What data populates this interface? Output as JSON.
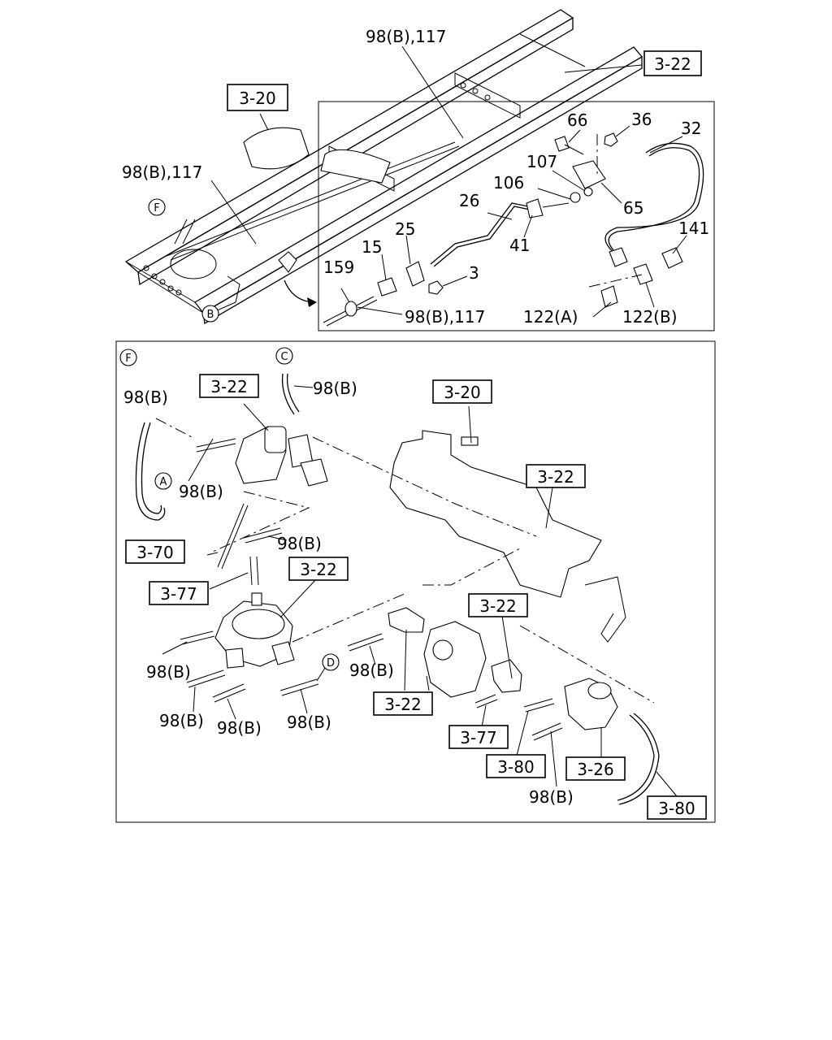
{
  "top_detail": {
    "callouts": [
      {
        "id": "label-98b-117-top",
        "text": "98(B),117"
      },
      {
        "id": "label-98b-117-left",
        "text": "98(B),117"
      },
      {
        "id": "label-98b-117-bottom",
        "text": "98(B),117"
      },
      {
        "id": "label-66",
        "text": "66"
      },
      {
        "id": "label-36",
        "text": "36"
      },
      {
        "id": "label-32",
        "text": "32"
      },
      {
        "id": "label-107",
        "text": "107"
      },
      {
        "id": "label-106",
        "text": "106"
      },
      {
        "id": "label-65",
        "text": "65"
      },
      {
        "id": "label-26",
        "text": "26"
      },
      {
        "id": "label-25",
        "text": "25"
      },
      {
        "id": "label-15",
        "text": "15"
      },
      {
        "id": "label-41",
        "text": "41"
      },
      {
        "id": "label-141",
        "text": "141"
      },
      {
        "id": "label-159",
        "text": "159"
      },
      {
        "id": "label-3",
        "text": "3"
      },
      {
        "id": "label-122a",
        "text": "122(A)"
      },
      {
        "id": "label-122b",
        "text": "122(B)"
      }
    ],
    "refs": [
      {
        "id": "ref-3-20-top",
        "text": "3-20"
      },
      {
        "id": "ref-3-22-top",
        "text": "3-22"
      }
    ],
    "markers": [
      {
        "id": "marker-f-top",
        "text": "F"
      },
      {
        "id": "marker-b",
        "text": "B"
      }
    ]
  },
  "bottom_detail": {
    "callouts": [
      {
        "id": "label-98b-1",
        "text": "98(B)"
      },
      {
        "id": "label-98b-2",
        "text": "98(B)"
      },
      {
        "id": "label-98b-3",
        "text": "98(B)"
      },
      {
        "id": "label-98b-4",
        "text": "98(B)"
      },
      {
        "id": "label-98b-5",
        "text": "98(B)"
      },
      {
        "id": "label-98b-6",
        "text": "98(B)"
      },
      {
        "id": "label-98b-7",
        "text": "98(B)"
      },
      {
        "id": "label-98b-8",
        "text": "98(B)"
      },
      {
        "id": "label-98b-9",
        "text": "98(B)"
      },
      {
        "id": "label-98b-10",
        "text": "98(B)"
      }
    ],
    "refs": [
      {
        "id": "ref-3-22-a",
        "text": "3-22"
      },
      {
        "id": "ref-3-20-b",
        "text": "3-20"
      },
      {
        "id": "ref-3-22-b",
        "text": "3-22"
      },
      {
        "id": "ref-3-70",
        "text": "3-70"
      },
      {
        "id": "ref-3-22-c",
        "text": "3-22"
      },
      {
        "id": "ref-3-77-a",
        "text": "3-77"
      },
      {
        "id": "ref-3-22-d",
        "text": "3-22"
      },
      {
        "id": "ref-3-22-e",
        "text": "3-22"
      },
      {
        "id": "ref-3-77-b",
        "text": "3-77"
      },
      {
        "id": "ref-3-80-a",
        "text": "3-80"
      },
      {
        "id": "ref-3-26",
        "text": "3-26"
      },
      {
        "id": "ref-3-80-b",
        "text": "3-80"
      }
    ],
    "markers": [
      {
        "id": "marker-f-bottom",
        "text": "F"
      },
      {
        "id": "marker-c",
        "text": "C"
      },
      {
        "id": "marker-a",
        "text": "A"
      },
      {
        "id": "marker-d",
        "text": "D"
      }
    ]
  }
}
